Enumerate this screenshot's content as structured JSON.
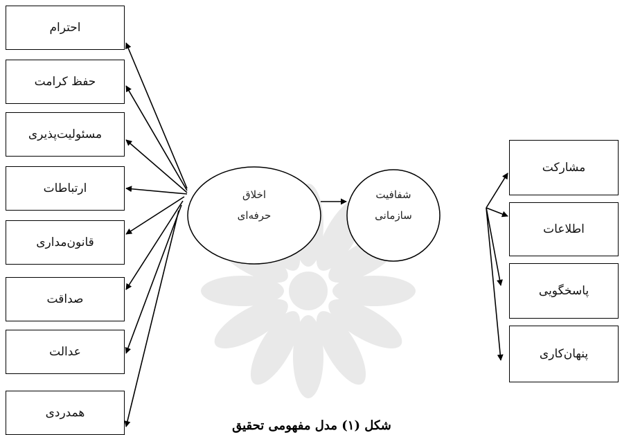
{
  "left_boxes": [
    {
      "label": "احترام"
    },
    {
      "label": "حفظ کرامت"
    },
    {
      "label": "مسئولیت‌پذیری"
    },
    {
      "label": "ارتباطات"
    },
    {
      "label": "قانون‌مداری"
    },
    {
      "label": "صداقت"
    },
    {
      "label": "عدالت"
    },
    {
      "label": "همدردی"
    }
  ],
  "center_left": {
    "line1": "اخلاق",
    "line2": "حرفه‌ای"
  },
  "center_right": {
    "line1": "شفافیت",
    "line2": "سازمانی"
  },
  "right_boxes": [
    {
      "label": "مشارکت"
    },
    {
      "label": "اطلاعات"
    },
    {
      "label": "پاسخگویی"
    },
    {
      "label": "پنهان‌کاری"
    }
  ],
  "caption": "شکل (۱) مدل مفهومی تحقیق"
}
